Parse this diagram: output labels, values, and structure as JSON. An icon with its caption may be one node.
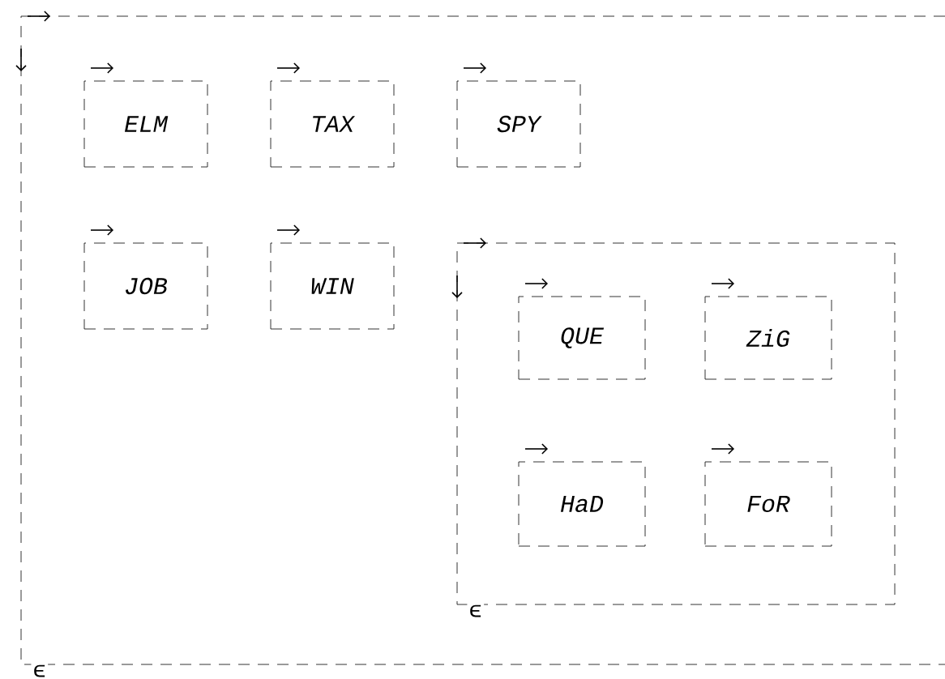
{
  "diagram": {
    "nodes": [
      {
        "text": [],
        "shape": "box"
      },
      {
        "text": [
          "ELM"
        ],
        "in": 0
      },
      {
        "text": [
          "TAX"
        ],
        "in": 0
      },
      {
        "text": [
          "SPY"
        ],
        "in": 0
      },
      {
        "text": [
          "JOB"
        ],
        "in": 0
      },
      {
        "text": [
          "WIN"
        ],
        "in": 0
      },
      {
        "text": [],
        "shape": "box",
        "in": 0
      },
      {
        "text": [
          "QUE"
        ],
        "in": 6
      },
      {
        "text": [
          "ZiG"
        ],
        "in": 6
      },
      {
        "text": [
          "HaD"
        ],
        "in": 6
      },
      {
        "text": [
          "FoR"
        ],
        "in": 6
      }
    ],
    "labels": [
      "ϵ",
      "ϵ"
    ]
  }
}
